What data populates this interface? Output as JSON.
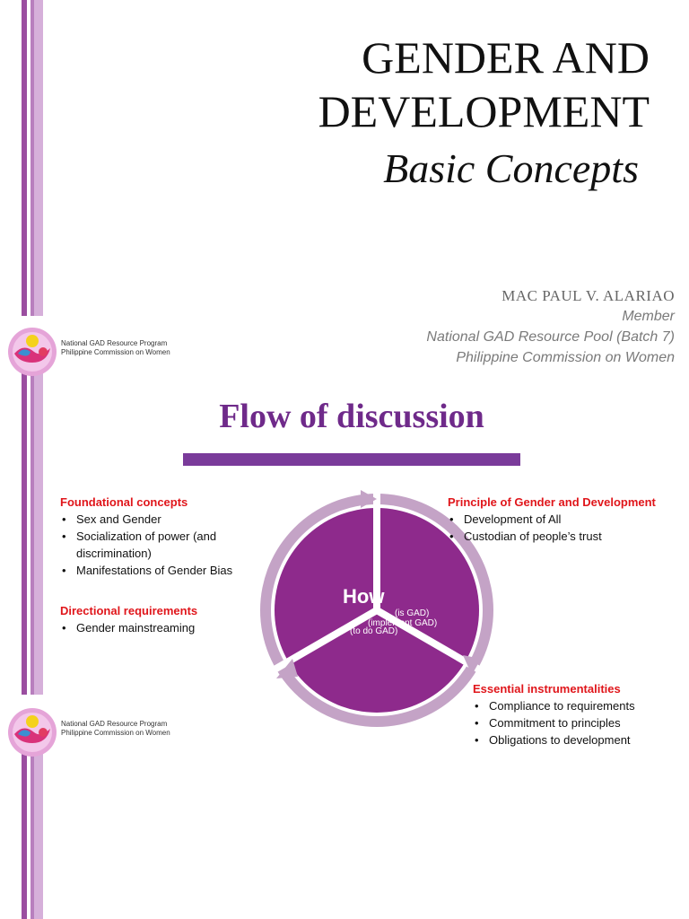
{
  "slide1": {
    "title_line1": "GENDER AND",
    "title_line2": "DEVELOPMENT",
    "subtitle": "Basic Concepts",
    "author": {
      "name": "MAC PAUL V. ALARIAO",
      "role": "Member",
      "pool": "National GAD Resource Pool (Batch 7)",
      "org": "Philippine Commission on Women"
    },
    "logo": {
      "line1": "National GAD Resource Program",
      "line2": "Philippine Commission on Women",
      "icon": "pcw-seal-icon"
    }
  },
  "slide2": {
    "title": "Flow of discussion",
    "logo": {
      "line1": "National GAD Resource Program",
      "line2": "Philippine Commission on Women",
      "icon": "pcw-seal-icon"
    },
    "foundational": {
      "heading": "Foundational concepts",
      "items": [
        "Sex and Gender",
        "Socialization of power (and discrimination)",
        "Manifestations of Gender Bias"
      ]
    },
    "directional": {
      "heading": "Directional requirements",
      "items": [
        "Gender mainstreaming"
      ]
    },
    "principle": {
      "heading": "Principle of Gender and Development",
      "items": [
        "Development of All",
        "Custodian of people’s trust"
      ]
    },
    "essential": {
      "heading": "Essential instrumentalities",
      "items": [
        "Compliance to requirements",
        "Commitment to principles",
        "Obligations to development"
      ]
    },
    "cycle": {
      "center": "How",
      "sub1": "(is GAD)",
      "sub2": "(implement GAD)",
      "sub3": "(to do GAD)"
    }
  },
  "colors": {
    "accent_purple": "#7a3b9a",
    "cycle_fill": "#8e2a8c",
    "cycle_ring": "#c4a3c6",
    "heading_red": "#e0161b"
  }
}
